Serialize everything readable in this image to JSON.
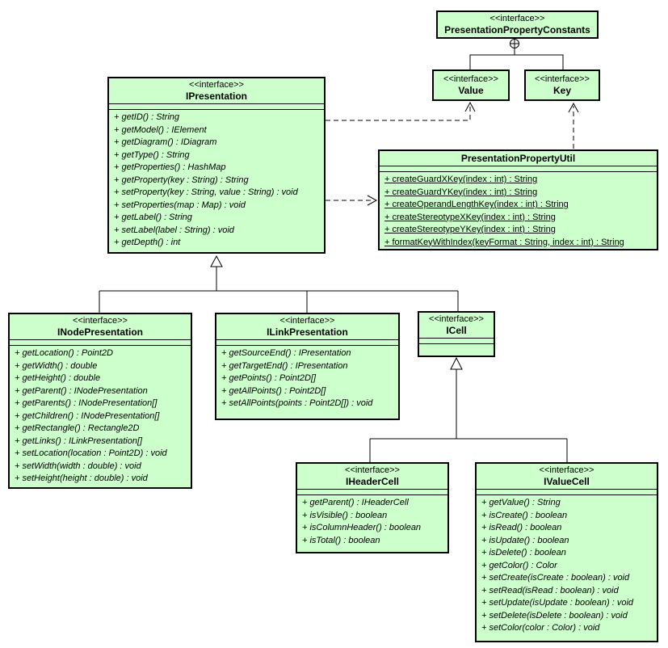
{
  "colors": {
    "class_fill": "#ccffcc",
    "class_border": "#000000",
    "background": "#ffffff",
    "line": "#000000"
  },
  "classes": {
    "presentation_property_constants": {
      "stereotype": "<<interface>>",
      "name": "PresentationPropertyConstants",
      "methods": []
    },
    "value": {
      "stereotype": "<<interface>>",
      "name": "Value",
      "methods": []
    },
    "key": {
      "stereotype": "<<interface>>",
      "name": "Key",
      "methods": []
    },
    "ipresentation": {
      "stereotype": "<<interface>>",
      "name": "IPresentation",
      "methods": [
        "+ getID() : String",
        "+ getModel() : IElement",
        "+ getDiagram() : IDiagram",
        "+ getType() : String",
        "+ getProperties() : HashMap",
        "+ getProperty(key : String) : String",
        "+ setProperty(key : String, value : String) : void",
        "+ setProperties(map : Map) : void",
        "+ getLabel() : String",
        "+ setLabel(label : String) : void",
        "+ getDepth() : int"
      ]
    },
    "presentation_property_util": {
      "name": "PresentationPropertyUtil",
      "methods": [
        "+ createGuardXKey(index : int) : String",
        "+ createGuardYKey(index : int) : String",
        "+ createOperandLengthKey(index : int) : String",
        "+ createStereotypeXKey(index : int) : String",
        "+ createStereotypeYKey(index : int) : String",
        "+ formatKeyWithIndex(keyFormat : String, index : int) : String"
      ]
    },
    "inode_presentation": {
      "stereotype": "<<interface>>",
      "name": "INodePresentation",
      "methods": [
        "+ getLocation() : Point2D",
        "+ getWidth() : double",
        "+ getHeight() : double",
        "+ getParent() : INodePresentation",
        "+ getParents() : INodePresentation[]",
        "+ getChildren() : INodePresentation[]",
        "+ getRectangle() : Rectangle2D",
        "+ getLinks() : ILinkPresentation[]",
        "+ setLocation(location : Point2D) : void",
        "+ setWidth(width : double) : void",
        "+ setHeight(height : double) : void"
      ]
    },
    "ilink_presentation": {
      "stereotype": "<<interface>>",
      "name": "ILinkPresentation",
      "methods": [
        "+ getSourceEnd() : IPresentation",
        "+ getTargetEnd() : IPresentation",
        "+ getPoints() : Point2D[]",
        "+ getAllPoints() : Point2D[]",
        "+ setAllPoints(points : Point2D[]) : void"
      ]
    },
    "icell": {
      "stereotype": "<<interface>>",
      "name": "ICell",
      "methods": []
    },
    "iheader_cell": {
      "stereotype": "<<interface>>",
      "name": "IHeaderCell",
      "methods": [
        "+ getParent() : IHeaderCell",
        "+ isVisible() : boolean",
        "+ isColumnHeader() : boolean",
        "+ isTotal() : boolean"
      ]
    },
    "ivalue_cell": {
      "stereotype": "<<interface>>",
      "name": "IValueCell",
      "methods": [
        "+ getValue() : String",
        "+ isCreate() : boolean",
        "+ isRead() : boolean",
        "+ isUpdate() : boolean",
        "+ isDelete() : boolean",
        "+ getColor() : Color",
        "+ setCreate(isCreate : boolean) : void",
        "+ setRead(isRead : boolean) : void",
        "+ setUpdate(isUpdate : boolean) : void",
        "+ setDelete(isDelete : boolean) : void",
        "+ setColor(color : Color) : void"
      ]
    }
  }
}
